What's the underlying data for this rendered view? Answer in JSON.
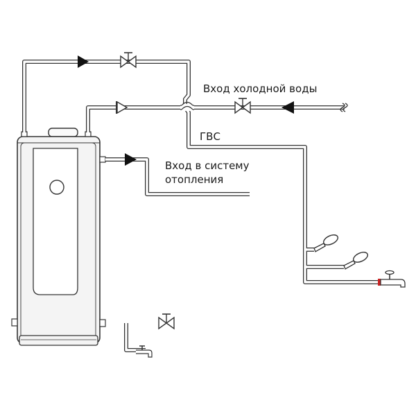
{
  "labels": {
    "cold_water_inlet": "Вход холодной воды",
    "dhw": "ГВС",
    "heating_inlet_line1": "Вход в систему",
    "heating_inlet_line2": "отопления"
  },
  "colors": {
    "line": "#333333",
    "pipe_fill": "#ffffff",
    "fill_dark": "#111111",
    "tank_fill": "#f4f4f4",
    "tank_panel": "#ffffff",
    "tap_hot_mark": "#cc2222"
  },
  "icons": [
    "arrow-right-icon",
    "arrow-left-icon",
    "valve-icon",
    "check-valve-icon",
    "shower-head-icon",
    "water-tap-icon",
    "drain-tap-icon",
    "pipe-break-icon"
  ]
}
